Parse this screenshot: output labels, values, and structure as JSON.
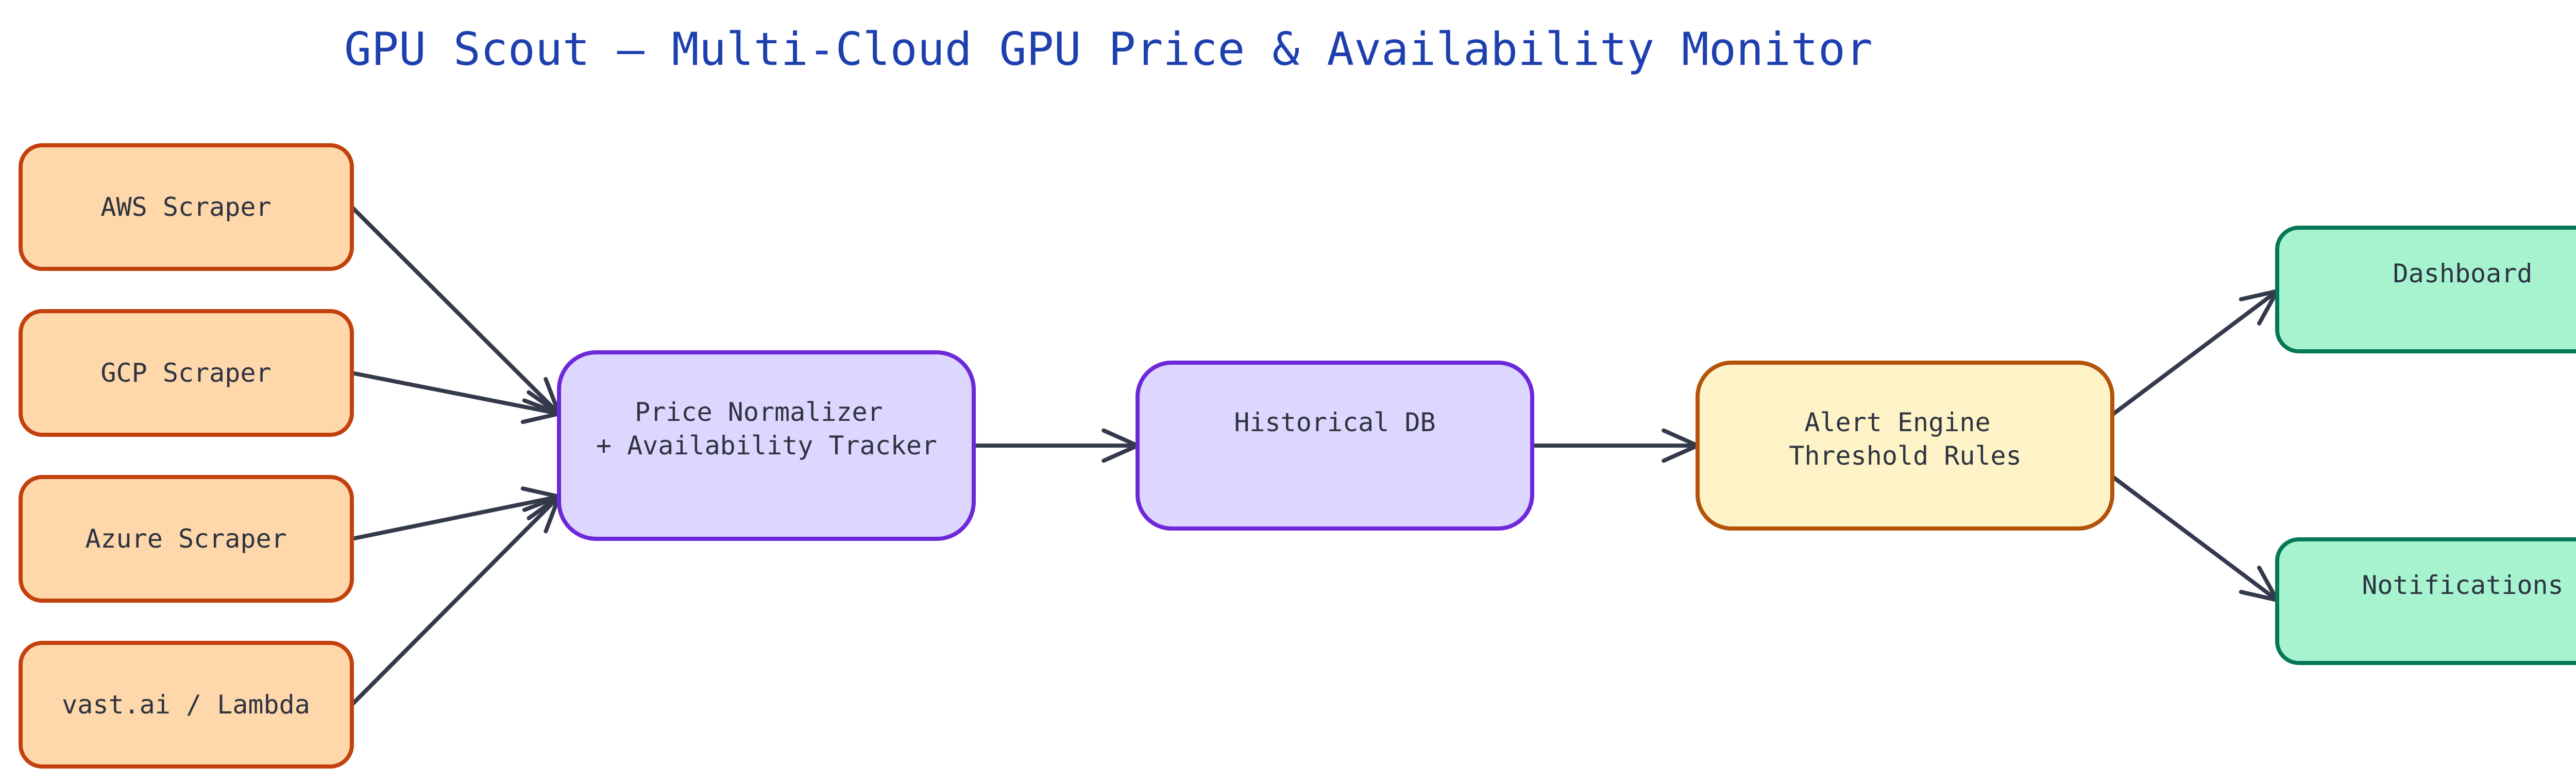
{
  "title": "GPU Scout — Multi-Cloud GPU Price & Availability Monitor",
  "nodes": {
    "aws": {
      "lines": [
        "AWS Scraper"
      ]
    },
    "gcp": {
      "lines": [
        "GCP Scraper"
      ]
    },
    "azure": {
      "lines": [
        "Azure Scraper"
      ]
    },
    "vast": {
      "lines": [
        "vast.ai / Lambda"
      ]
    },
    "normalizer": {
      "lines": [
        "Price Normalizer",
        "+ Availability Tracker"
      ]
    },
    "historical_db": {
      "lines": [
        "Historical DB"
      ]
    },
    "alert_engine": {
      "lines": [
        "Alert Engine",
        "Threshold Rules"
      ]
    },
    "dashboard": {
      "lines": [
        "Dashboard"
      ]
    },
    "notifications": {
      "lines": [
        "Notifications"
      ]
    }
  },
  "edges": [
    {
      "from": "aws",
      "to": "normalizer"
    },
    {
      "from": "gcp",
      "to": "normalizer"
    },
    {
      "from": "azure",
      "to": "normalizer"
    },
    {
      "from": "vast",
      "to": "normalizer"
    },
    {
      "from": "normalizer",
      "to": "historical_db"
    },
    {
      "from": "historical_db",
      "to": "alert_engine"
    },
    {
      "from": "alert_engine",
      "to": "dashboard"
    },
    {
      "from": "alert_engine",
      "to": "notifications"
    }
  ],
  "colors": {
    "scraper_fill": "#fed7aa",
    "scraper_stroke": "#c2410c",
    "processing_fill": "#ddd6fe",
    "processing_stroke": "#6d28d9",
    "alert_fill": "#fef3c7",
    "alert_stroke": "#b45309",
    "output_fill": "#a7f3d0",
    "output_stroke": "#047857",
    "title": "#1e40af",
    "edge": "#343a4b"
  }
}
